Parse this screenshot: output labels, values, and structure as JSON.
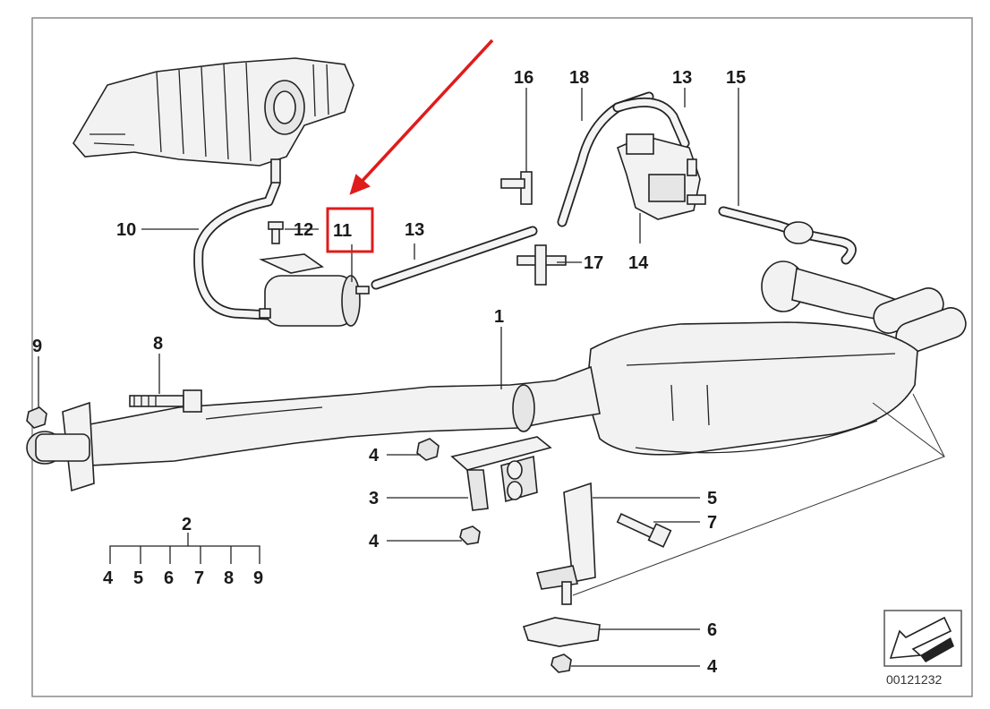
{
  "labels": {
    "p1": "1",
    "p2": "2",
    "p3": "3",
    "p4a": "4",
    "p4b": "4",
    "p4c": "4",
    "p4s": "4",
    "p5": "5",
    "p5s": "5",
    "p6": "6",
    "p6s": "6",
    "p7": "7",
    "p7s": "7",
    "p8": "8",
    "p8s": "8",
    "p9": "9",
    "p9s": "9",
    "p10": "10",
    "p11": "11",
    "p12": "12",
    "p13a": "13",
    "p13b": "13",
    "p14": "14",
    "p15": "15",
    "p16": "16",
    "p17": "17",
    "p18": "18"
  },
  "catalog_code": "00121232",
  "colors": {
    "highlight": "#e01b1b",
    "line": "#222222",
    "part_fill": "#f2f2f2",
    "frame": "#888888"
  },
  "icons": {
    "orientation": "arrow-icon"
  }
}
